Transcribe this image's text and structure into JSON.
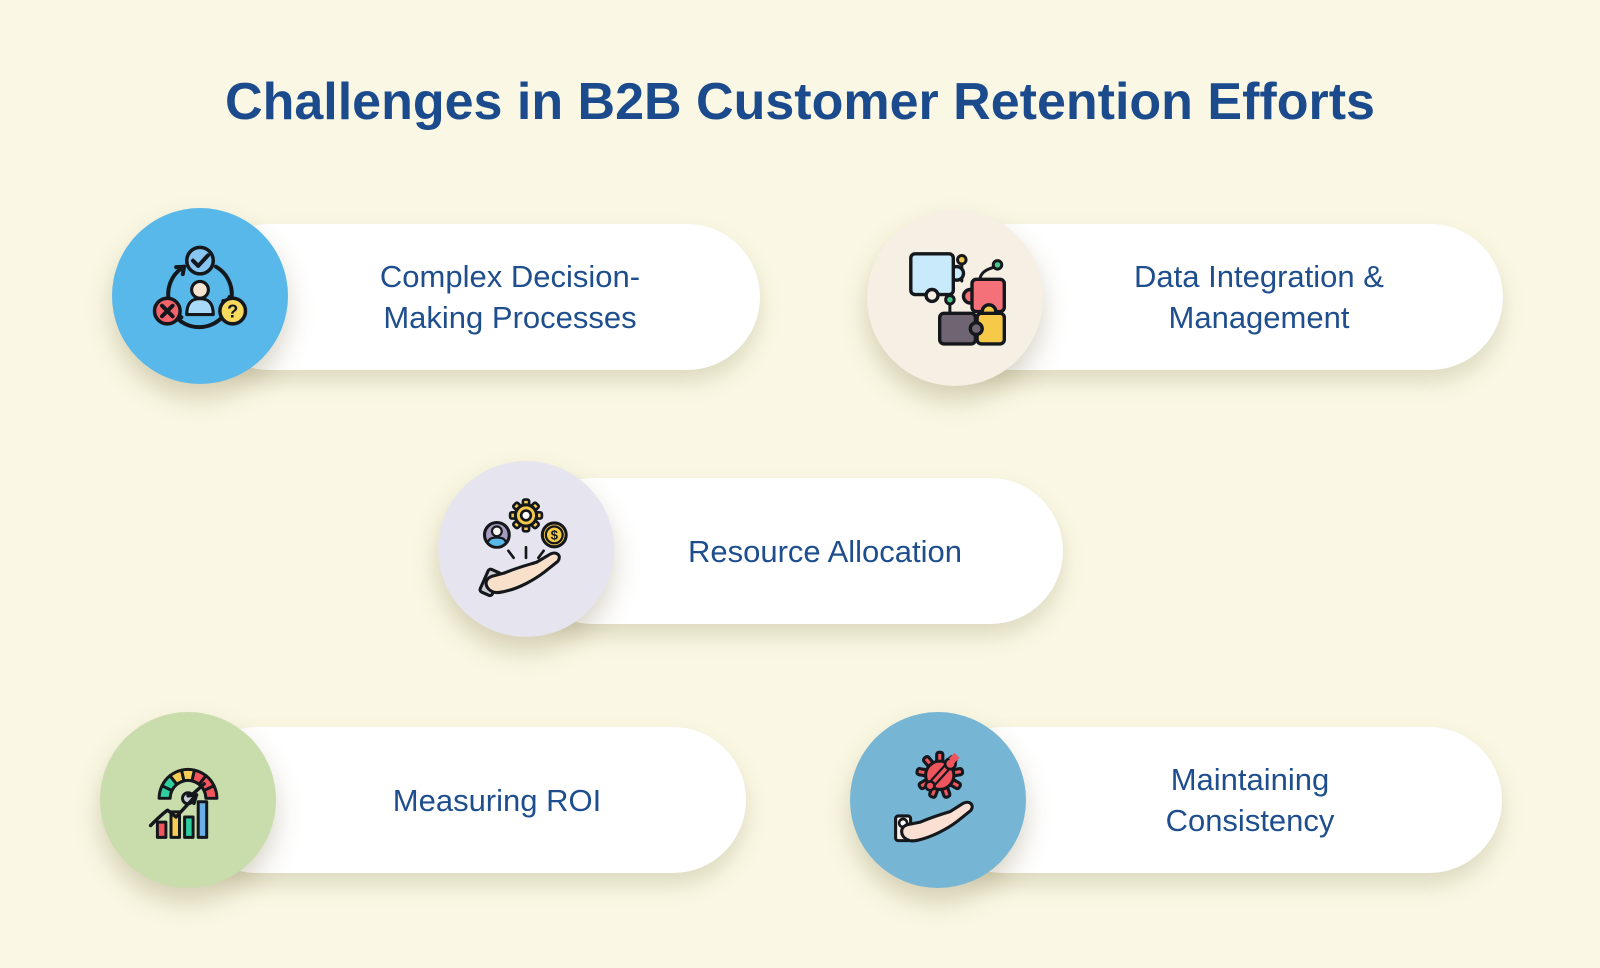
{
  "title": "Challenges in B2B Customer Retention Efforts",
  "theme": {
    "background": "#FAF8E4",
    "title_color": "#1B4B8C",
    "label_color": "#1E4E8D",
    "pill_background": "#FFFFFF"
  },
  "cards": [
    {
      "id": "complex-decision-making",
      "label": "Complex Decision-\nMaking Processes",
      "icon": "decision-cycle-icon",
      "circle_color": "#58B8EA"
    },
    {
      "id": "data-integration-management",
      "label": "Data Integration &\nManagement",
      "icon": "puzzle-pieces-icon",
      "circle_color": "#F6EFE3"
    },
    {
      "id": "resource-allocation",
      "label": "Resource Allocation",
      "icon": "hand-offering-resources-icon",
      "circle_color": "#E6E5EF"
    },
    {
      "id": "measuring-roi",
      "label": "Measuring ROI",
      "icon": "gauge-bar-chart-icon",
      "circle_color": "#C9DCAB"
    },
    {
      "id": "maintaining-consistency",
      "label": "Maintaining\nConsistency",
      "icon": "hand-holding-gear-icon",
      "circle_color": "#77B5D4"
    }
  ]
}
